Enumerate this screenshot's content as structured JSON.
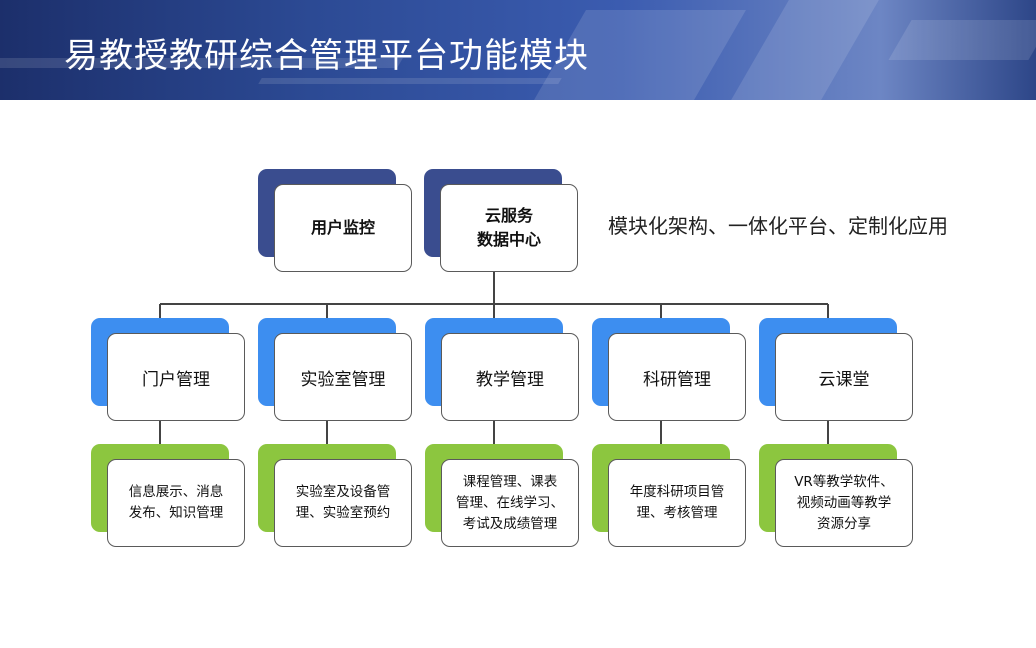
{
  "title": "易教授教研综合管理平台功能模块",
  "tagline": "模块化架构、一体化平台、定制化应用",
  "top_nodes": [
    {
      "lines": [
        "用户监控"
      ]
    },
    {
      "lines": [
        "云服务",
        "数据中心"
      ]
    }
  ],
  "modules": [
    {
      "name": "门户管理",
      "desc": [
        "信息展示、消息",
        "发布、知识管理"
      ]
    },
    {
      "name": "实验室管理",
      "desc": [
        "实验室及设备管",
        "理、实验室预约"
      ]
    },
    {
      "name": "教学管理",
      "desc": [
        "课程管理、课表",
        "管理、在线学习、",
        "考试及成绩管理"
      ]
    },
    {
      "name": "科研管理",
      "desc": [
        "年度科研项目管",
        "理、考核管理"
      ]
    },
    {
      "name": "云课堂",
      "desc": [
        "VR等教学软件、",
        "视频动画等教学",
        "资源分享"
      ]
    }
  ],
  "colors": {
    "header": "#2c4a94",
    "top_back": "#3a4d8f",
    "module_back": "#3d8ef0",
    "desc_back": "#8cc63f",
    "line": "#444444"
  }
}
